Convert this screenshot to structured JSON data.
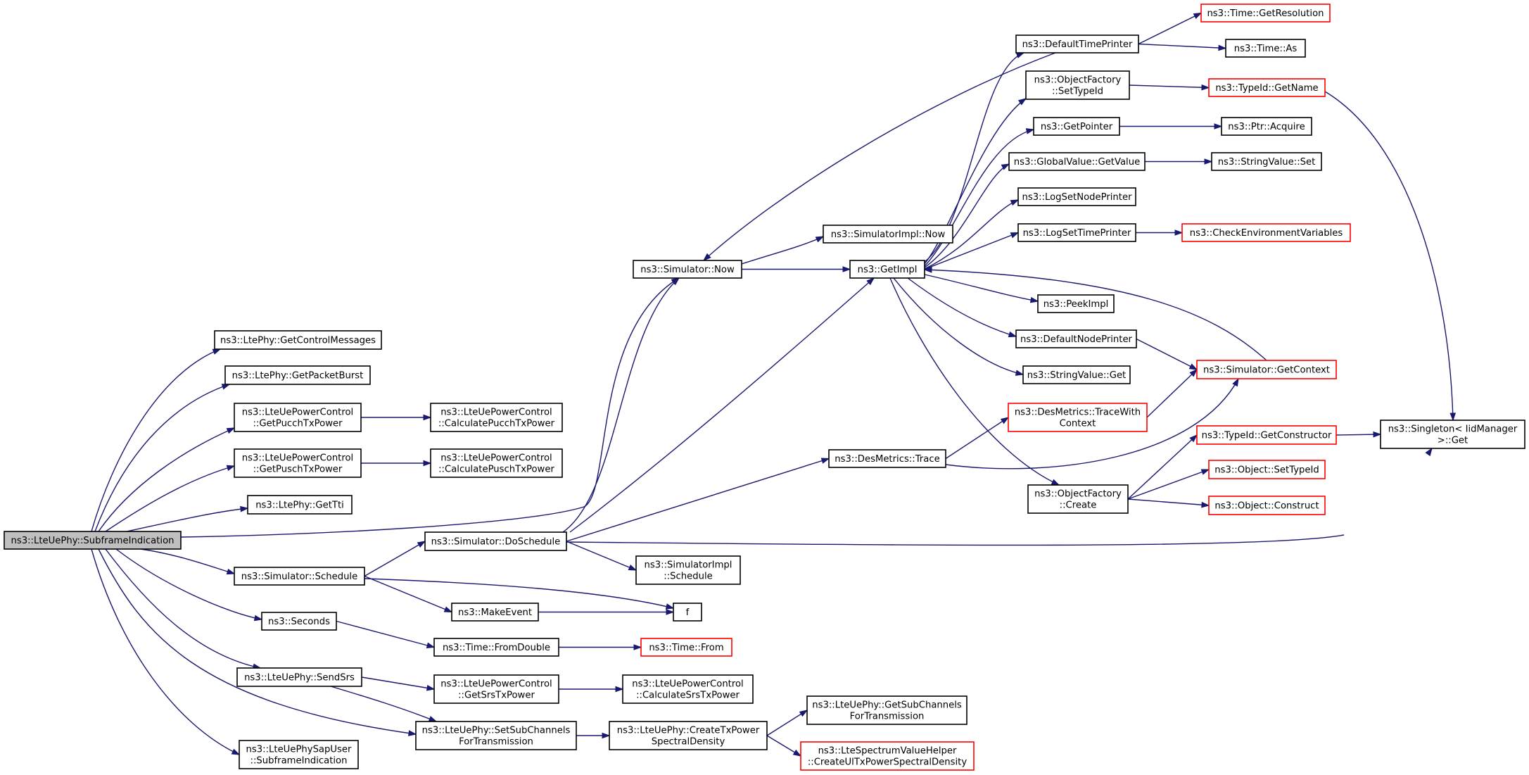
{
  "colors": {
    "edge": "#191970",
    "border_default": "#000000",
    "border_truncated": "#ff0000",
    "root_fill": "#bfbfbf",
    "node_fill": "#ffffff"
  },
  "nodes": [
    {
      "id": "subframe",
      "lines": [
        "ns3::LteUePhy::SubframeIndication"
      ],
      "root": true
    },
    {
      "id": "getcontrolmessages",
      "lines": [
        "ns3::LtePhy::GetControlMessages"
      ]
    },
    {
      "id": "getpacketburst",
      "lines": [
        "ns3::LtePhy::GetPacketBurst"
      ]
    },
    {
      "id": "getpucchtx",
      "lines": [
        "ns3::LteUePowerControl",
        "::GetPucchTxPower"
      ]
    },
    {
      "id": "calcpucch",
      "lines": [
        "ns3::LteUePowerControl",
        "::CalculatePucchTxPower"
      ]
    },
    {
      "id": "getpuschtx",
      "lines": [
        "ns3::LteUePowerControl",
        "::GetPuschTxPower"
      ]
    },
    {
      "id": "calcpusch",
      "lines": [
        "ns3::LteUePowerControl",
        "::CalculatePuschTxPower"
      ]
    },
    {
      "id": "gettti",
      "lines": [
        "ns3::LtePhy::GetTti"
      ]
    },
    {
      "id": "schedule",
      "lines": [
        "ns3::Simulator::Schedule"
      ]
    },
    {
      "id": "seconds",
      "lines": [
        "ns3::Seconds"
      ]
    },
    {
      "id": "sendsrs",
      "lines": [
        "ns3::LteUePhy::SendSrs"
      ]
    },
    {
      "id": "sapuser",
      "lines": [
        "ns3::LteUePhySapUser",
        "::SubframeIndication"
      ]
    },
    {
      "id": "now",
      "lines": [
        "ns3::Simulator::Now"
      ]
    },
    {
      "id": "doschedule",
      "lines": [
        "ns3::Simulator::DoSchedule"
      ]
    },
    {
      "id": "makeevent",
      "lines": [
        "ns3::MakeEvent"
      ]
    },
    {
      "id": "fromdouble",
      "lines": [
        "ns3::Time::FromDouble"
      ]
    },
    {
      "id": "getsrstx",
      "lines": [
        "ns3::LteUePowerControl",
        "::GetSrsTxPower"
      ]
    },
    {
      "id": "setsubch",
      "lines": [
        "ns3::LteUePhy::SetSubChannels",
        "ForTransmission"
      ]
    },
    {
      "id": "implnow",
      "lines": [
        "ns3::SimulatorImpl::Now"
      ]
    },
    {
      "id": "getimpl",
      "lines": [
        "ns3::GetImpl"
      ]
    },
    {
      "id": "destrace",
      "lines": [
        "ns3::DesMetrics::Trace"
      ]
    },
    {
      "id": "implschedule",
      "lines": [
        "ns3::SimulatorImpl",
        "::Schedule"
      ]
    },
    {
      "id": "f",
      "lines": [
        "f"
      ]
    },
    {
      "id": "timefrom",
      "lines": [
        "ns3::Time::From"
      ],
      "truncated": true
    },
    {
      "id": "calcsrs",
      "lines": [
        "ns3::LteUePowerControl",
        "::CalculateSrsTxPower"
      ]
    },
    {
      "id": "createtxpsd",
      "lines": [
        "ns3::LteUePhy::CreateTxPower",
        "SpectralDensity"
      ]
    },
    {
      "id": "defaulttimeprinter",
      "lines": [
        "ns3::DefaultTimePrinter"
      ]
    },
    {
      "id": "ofsettypeid",
      "lines": [
        "ns3::ObjectFactory",
        "::SetTypeId"
      ]
    },
    {
      "id": "getpointer",
      "lines": [
        "ns3::GetPointer"
      ]
    },
    {
      "id": "gvgetvalue",
      "lines": [
        "ns3::GlobalValue::GetValue"
      ]
    },
    {
      "id": "logsetnode",
      "lines": [
        "ns3::LogSetNodePrinter"
      ]
    },
    {
      "id": "logsettime",
      "lines": [
        "ns3::LogSetTimePrinter"
      ]
    },
    {
      "id": "peekimpl",
      "lines": [
        "ns3::PeekImpl"
      ]
    },
    {
      "id": "defaultnodeprinter",
      "lines": [
        "ns3::DefaultNodePrinter"
      ]
    },
    {
      "id": "svget",
      "lines": [
        "ns3::StringValue::Get"
      ]
    },
    {
      "id": "tracewithcontext",
      "lines": [
        "ns3::DesMetrics::TraceWith",
        "Context"
      ],
      "truncated": true
    },
    {
      "id": "ofcreate",
      "lines": [
        "ns3::ObjectFactory",
        "::Create"
      ]
    },
    {
      "id": "getsubchtx",
      "lines": [
        "ns3::LteUePhy::GetSubChannels",
        "ForTransmission"
      ]
    },
    {
      "id": "createulpsd",
      "lines": [
        "ns3::LteSpectrumValueHelper",
        "::CreateUlTxPowerSpectralDensity"
      ],
      "truncated": true
    },
    {
      "id": "getresolution",
      "lines": [
        "ns3::Time::GetResolution"
      ],
      "truncated": true
    },
    {
      "id": "timeas",
      "lines": [
        "ns3::Time::As"
      ]
    },
    {
      "id": "typeidgetname",
      "lines": [
        "ns3::TypeId::GetName"
      ],
      "truncated": true
    },
    {
      "id": "ptracquire",
      "lines": [
        "ns3::Ptr::Acquire"
      ]
    },
    {
      "id": "svset",
      "lines": [
        "ns3::StringValue::Set"
      ]
    },
    {
      "id": "checkenv",
      "lines": [
        "ns3::CheckEnvironmentVariables"
      ],
      "truncated": true
    },
    {
      "id": "getcontext",
      "lines": [
        "ns3::Simulator::GetContext"
      ],
      "truncated": true
    },
    {
      "id": "getconstructor",
      "lines": [
        "ns3::TypeId::GetConstructor"
      ],
      "truncated": true
    },
    {
      "id": "objsettypeid",
      "lines": [
        "ns3::Object::SetTypeId"
      ],
      "truncated": true
    },
    {
      "id": "objconstruct",
      "lines": [
        "ns3::Object::Construct"
      ],
      "truncated": true
    },
    {
      "id": "singleton",
      "lines": [
        "ns3::Singleton< IidManager",
        ">::Get"
      ]
    }
  ],
  "edges": [
    [
      "subframe",
      "getcontrolmessages"
    ],
    [
      "subframe",
      "getpacketburst"
    ],
    [
      "subframe",
      "getpucchtx"
    ],
    [
      "subframe",
      "getpuschtx"
    ],
    [
      "subframe",
      "gettti"
    ],
    [
      "subframe",
      "now"
    ],
    [
      "subframe",
      "schedule"
    ],
    [
      "subframe",
      "seconds"
    ],
    [
      "subframe",
      "sendsrs"
    ],
    [
      "subframe",
      "setsubch"
    ],
    [
      "subframe",
      "sapuser"
    ],
    [
      "getpucchtx",
      "calcpucch"
    ],
    [
      "getpuschtx",
      "calcpusch"
    ],
    [
      "schedule",
      "doschedule"
    ],
    [
      "schedule",
      "makeevent"
    ],
    [
      "schedule",
      "f"
    ],
    [
      "seconds",
      "fromdouble"
    ],
    [
      "sendsrs",
      "getsrstx"
    ],
    [
      "sendsrs",
      "setsubch"
    ],
    [
      "now",
      "implnow"
    ],
    [
      "now",
      "getimpl"
    ],
    [
      "doschedule",
      "now"
    ],
    [
      "doschedule",
      "getimpl"
    ],
    [
      "doschedule",
      "destrace"
    ],
    [
      "doschedule",
      "implschedule"
    ],
    [
      "doschedule",
      "singleton"
    ],
    [
      "makeevent",
      "f"
    ],
    [
      "fromdouble",
      "timefrom"
    ],
    [
      "getsrstx",
      "calcsrs"
    ],
    [
      "setsubch",
      "createtxpsd"
    ],
    [
      "createtxpsd",
      "getsubchtx"
    ],
    [
      "createtxpsd",
      "createulpsd"
    ],
    [
      "getimpl",
      "defaulttimeprinter"
    ],
    [
      "getimpl",
      "ofsettypeid"
    ],
    [
      "getimpl",
      "getpointer"
    ],
    [
      "getimpl",
      "gvgetvalue"
    ],
    [
      "getimpl",
      "logsetnode"
    ],
    [
      "getimpl",
      "logsettime"
    ],
    [
      "getimpl",
      "peekimpl"
    ],
    [
      "getimpl",
      "defaultnodeprinter"
    ],
    [
      "getimpl",
      "svget"
    ],
    [
      "getimpl",
      "ofcreate"
    ],
    [
      "destrace",
      "tracewithcontext"
    ],
    [
      "destrace",
      "getcontext"
    ],
    [
      "defaulttimeprinter",
      "getresolution"
    ],
    [
      "defaulttimeprinter",
      "timeas"
    ],
    [
      "defaulttimeprinter",
      "now"
    ],
    [
      "ofsettypeid",
      "typeidgetname"
    ],
    [
      "getpointer",
      "ptracquire"
    ],
    [
      "gvgetvalue",
      "svset"
    ],
    [
      "logsettime",
      "checkenv"
    ],
    [
      "defaultnodeprinter",
      "getcontext"
    ],
    [
      "tracewithcontext",
      "getcontext"
    ],
    [
      "getcontext",
      "getimpl"
    ],
    [
      "ofcreate",
      "getconstructor"
    ],
    [
      "ofcreate",
      "objsettypeid"
    ],
    [
      "ofcreate",
      "objconstruct"
    ],
    [
      "typeidgetname",
      "singleton"
    ],
    [
      "getconstructor",
      "singleton"
    ]
  ]
}
